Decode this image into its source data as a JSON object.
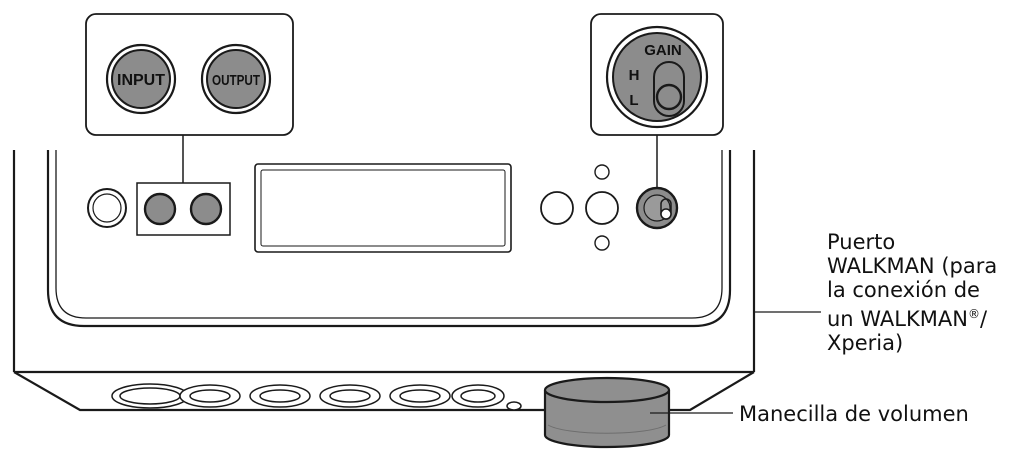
{
  "zoom_input": {
    "label": "INPUT"
  },
  "zoom_output": {
    "label": "OUTPUT"
  },
  "zoom_gain": {
    "title": "GAIN",
    "high": "H",
    "low": "L"
  },
  "callouts": {
    "walkman_port": {
      "line1": "Puerto",
      "line2": "WALKMAN (para",
      "line3": "la conexión de",
      "line4_prefix": "un WALKMAN",
      "line4_mark": "®",
      "line4_suffix": "/",
      "line5": "Xperia)"
    },
    "volume_knob": {
      "text": "Manecilla de volumen"
    }
  },
  "colors": {
    "stroke": "#1a1a1a",
    "button_fill": "#8c8c8c",
    "knob_fill": "#8f8f8f",
    "background": "#ffffff"
  }
}
